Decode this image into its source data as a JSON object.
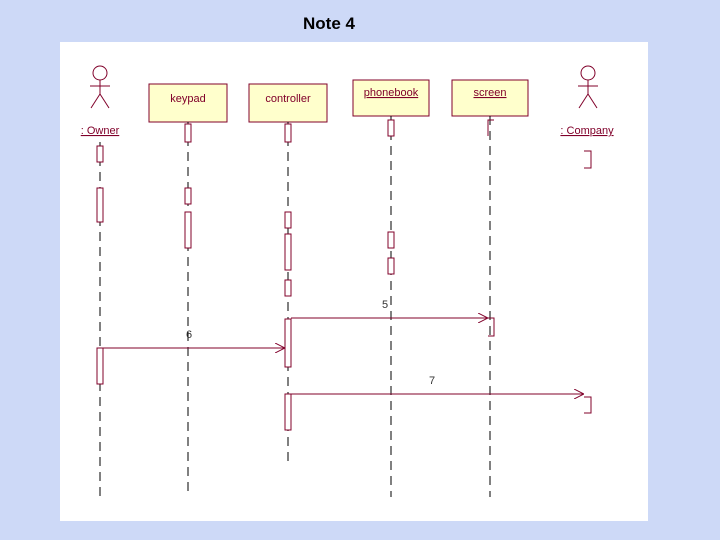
{
  "slide": {
    "title": "Note 4"
  },
  "diagram": {
    "actors": [
      {
        "id": "owner",
        "label": ": Owner"
      },
      {
        "id": "company",
        "label": ": Company"
      }
    ],
    "objects": [
      {
        "id": "keypad",
        "label": "keypad"
      },
      {
        "id": "controller",
        "label": "controller"
      },
      {
        "id": "phonebook",
        "label": "phonebook"
      },
      {
        "id": "screen",
        "label": "screen"
      }
    ],
    "messages": [
      {
        "id": "m5",
        "number": "5"
      },
      {
        "id": "m6",
        "number": "6"
      },
      {
        "id": "m7",
        "number": "7"
      }
    ],
    "colors": {
      "stroke": "#80002a",
      "box_fill": "#ffffcc",
      "background": "#cdd9f7"
    }
  }
}
